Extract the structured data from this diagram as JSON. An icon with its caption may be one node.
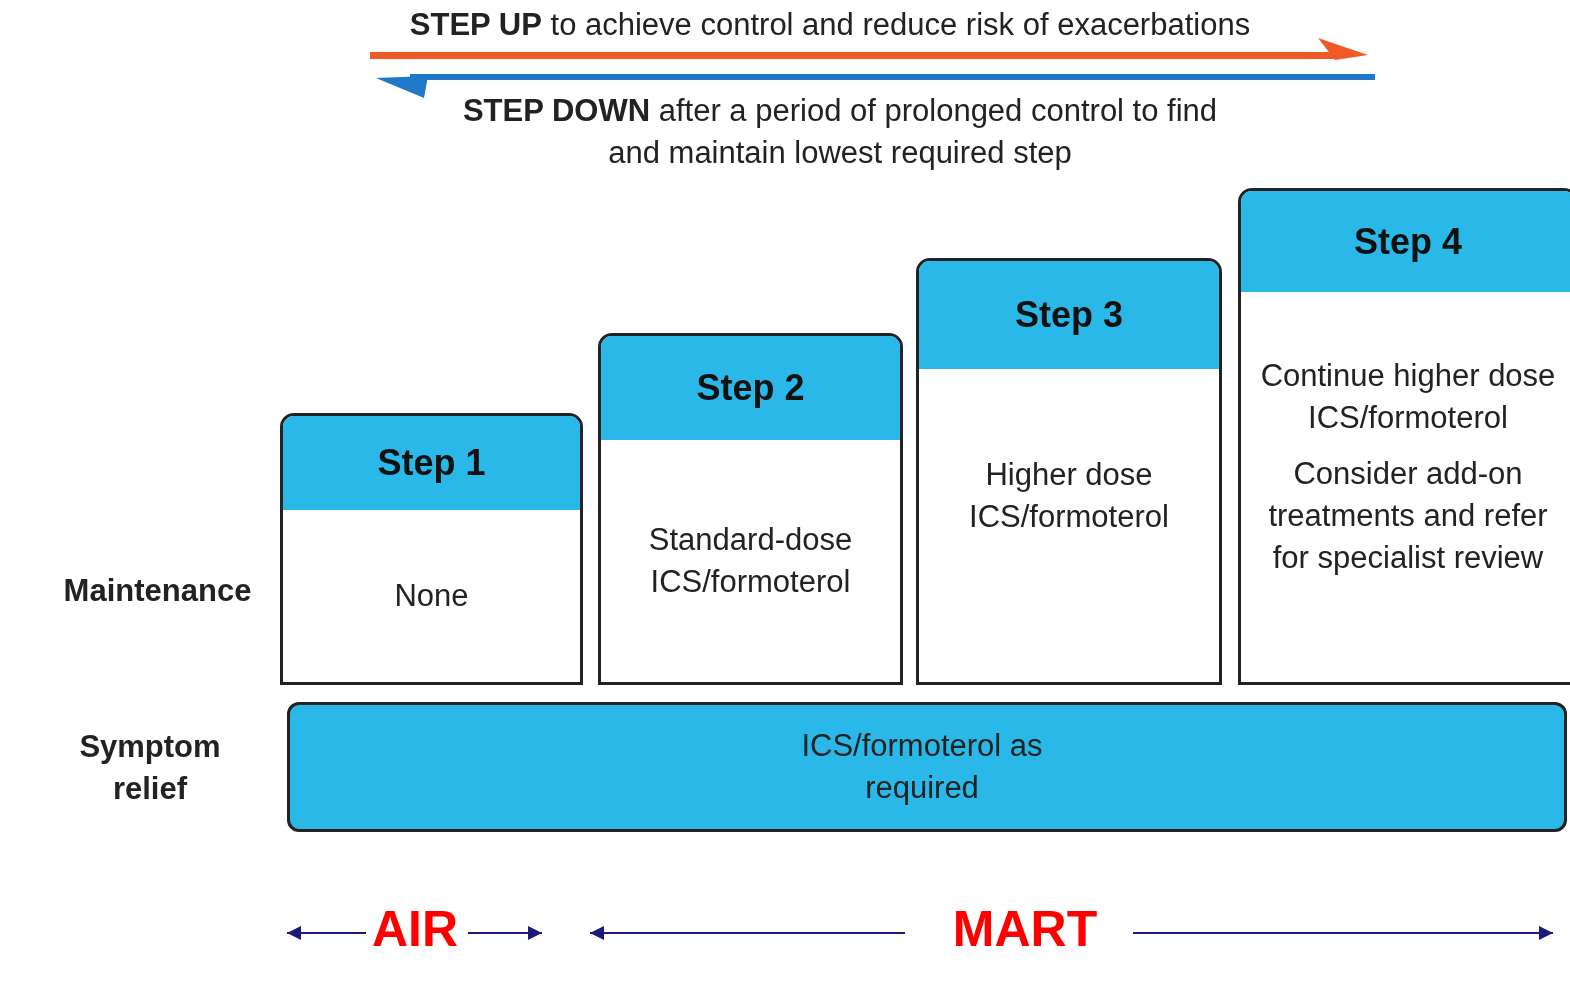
{
  "diagram": {
    "nodes": [
      {
        "text": [
          "Step 1",
          "None"
        ]
      },
      {
        "text": [
          "Step 2",
          "Standard-dose ICS/formoterol"
        ]
      },
      {
        "text": [
          "Step 3",
          "Higher dose ICS/formoterol"
        ]
      },
      {
        "text": [
          "Step 4",
          "Continue higher dose ICS/formoterol",
          "Consider add-on treatments and refer for specialist review"
        ]
      },
      {
        "text": [
          "ICS/formoterol as required"
        ]
      }
    ],
    "edges": [],
    "labels": [
      "**STEP UP** to achieve control and reduce risk of exacerbations",
      "**STEP DOWN** after a period of prolonged control to find and maintain lowest required step",
      "Maintenance",
      "Symptom relief",
      "AIR",
      "MART"
    ]
  }
}
